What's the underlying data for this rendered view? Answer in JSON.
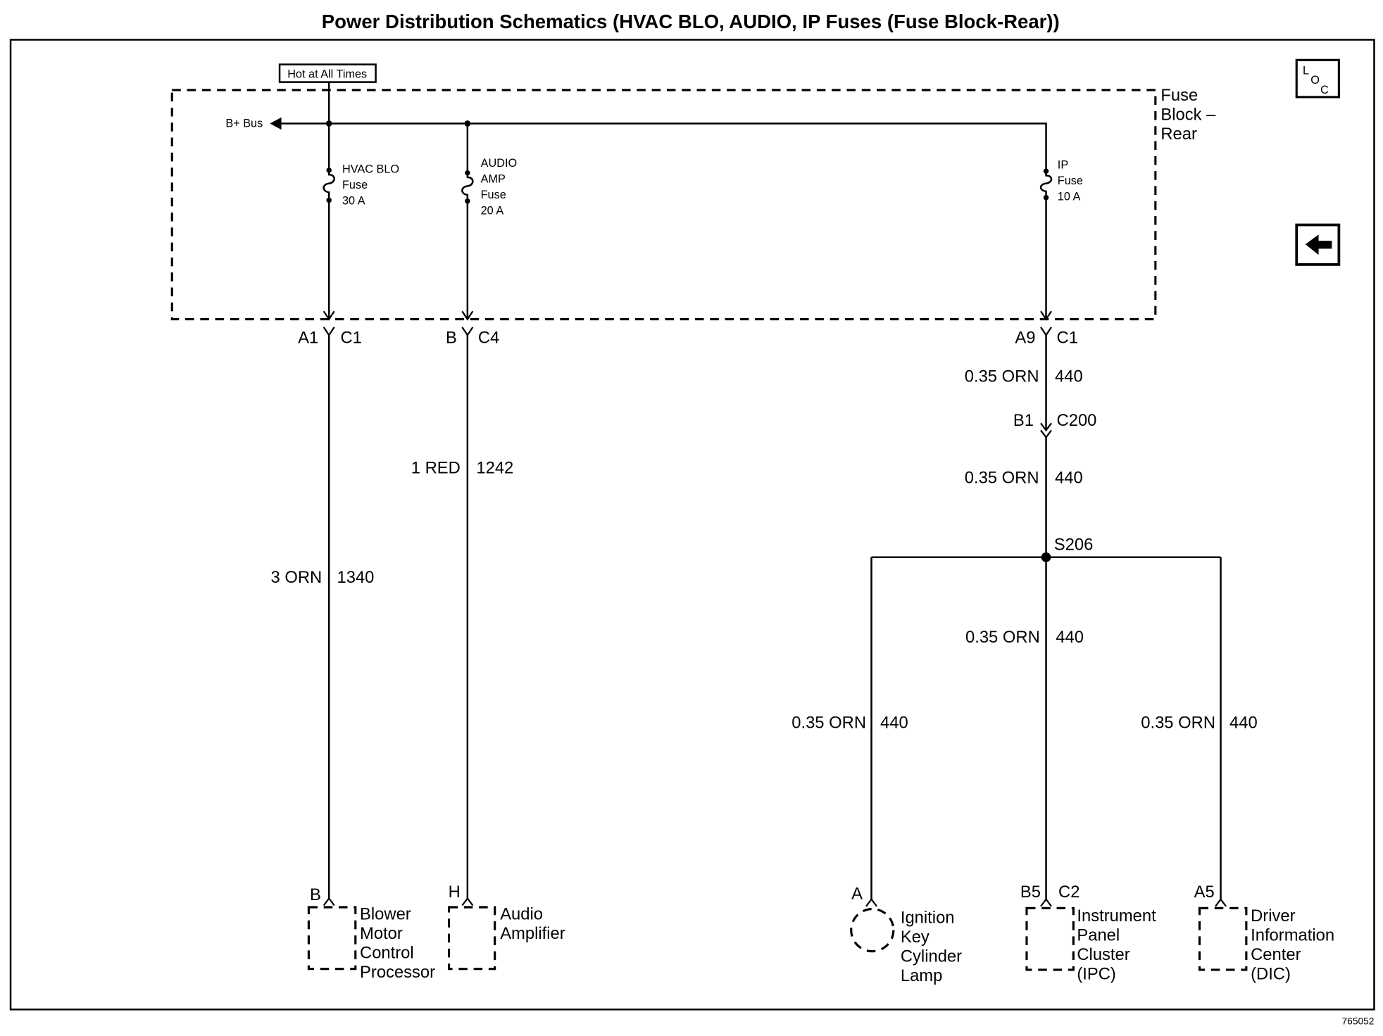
{
  "title": "Power Distribution Schematics (HVAC BLO, AUDIO, IP Fuses (Fuse Block-Rear))",
  "loc_icon": {
    "letters": [
      "L",
      "O",
      "C"
    ],
    "icon": "loc-icon"
  },
  "nav": {
    "back_icon": "left-arrow-icon"
  },
  "supply": {
    "hot_label": "Hot at All Times",
    "bus_label": "B+ Bus"
  },
  "fuse_block": {
    "label": [
      "Fuse",
      "Block –",
      "Rear"
    ]
  },
  "fuses": [
    {
      "lines": [
        "HVAC BLO",
        "Fuse",
        "30 A"
      ]
    },
    {
      "lines": [
        "AUDIO",
        "AMP",
        "Fuse",
        "20 A"
      ]
    },
    {
      "lines": [
        "IP",
        "Fuse",
        "10 A"
      ]
    }
  ],
  "fuse_block_connectors": [
    {
      "pin": "A1",
      "connector": "C1"
    },
    {
      "pin": "B",
      "connector": "C4"
    },
    {
      "pin": "A9",
      "connector": "C1"
    }
  ],
  "branches": {
    "hvac": {
      "wire": {
        "size_color": "3 ORN",
        "circuit": "1340"
      },
      "terminal": "B",
      "component": [
        "Blower",
        "Motor",
        "Control",
        "Processor"
      ]
    },
    "audio": {
      "wire": {
        "size_color": "1 RED",
        "circuit": "1242"
      },
      "terminal": "H",
      "component": [
        "Audio",
        "Amplifier"
      ]
    },
    "ip": {
      "wire_1": {
        "size_color": "0.35 ORN",
        "circuit": "440"
      },
      "inline_connector": {
        "pin": "B1",
        "connector": "C200"
      },
      "wire_2": {
        "size_color": "0.35 ORN",
        "circuit": "440"
      },
      "splice": "S206",
      "trunk_wire": {
        "size_color": "0.35 ORN",
        "circuit": "440"
      },
      "left_wire": {
        "size_color": "0.35 ORN",
        "circuit": "440"
      },
      "right_wire": {
        "size_color": "0.35 ORN",
        "circuit": "440"
      },
      "ignition_lamp": {
        "terminal": "A",
        "component": [
          "Ignition",
          "Key",
          "Cylinder",
          "Lamp"
        ]
      },
      "ipc": {
        "terminal": "B5",
        "connector": "C2",
        "component": [
          "Instrument",
          "Panel",
          "Cluster",
          "(IPC)"
        ]
      },
      "dic": {
        "terminal": "A5",
        "component": [
          "Driver",
          "Information",
          "Center",
          "(DIC)"
        ]
      }
    }
  },
  "figure_number": "765052"
}
